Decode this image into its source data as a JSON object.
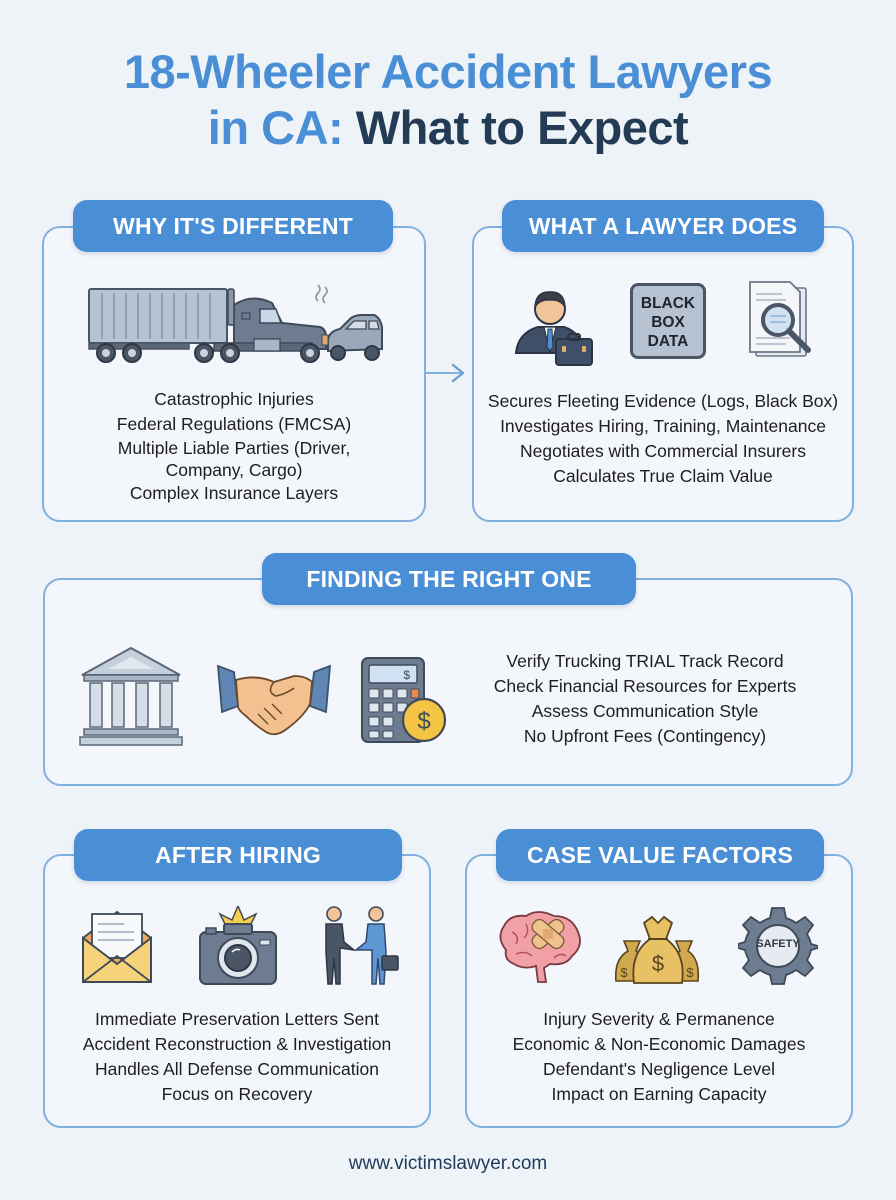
{
  "title": {
    "line1": "18-Wheeler Accident Lawyers",
    "line2_blue": "in CA:",
    "line2_dark": "What to Expect"
  },
  "colors": {
    "accent_blue": "#4a8fd6",
    "title_dark": "#243b55",
    "panel_border": "#7fb0e0",
    "background": "#eef3f8"
  },
  "sections": {
    "why_different": {
      "heading": "WHY IT'S DIFFERENT",
      "icon": "truck-car-collision-icon",
      "items": [
        "Catastrophic Injuries",
        "Federal Regulations (FMCSA)",
        "Multiple Liable Parties (Driver,",
        "Company, Cargo)",
        "Complex Insurance Layers"
      ]
    },
    "lawyer_does": {
      "heading": "WHAT A LAWYER DOES",
      "icons": [
        "lawyer-briefcase-icon",
        "black-box-data-icon",
        "document-magnifier-icon"
      ],
      "black_box_label": [
        "BLACK",
        "BOX",
        "DATA"
      ],
      "items": [
        "Secures Fleeting Evidence (Logs, Black Box)",
        "Investigates Hiring, Training, Maintenance",
        "Negotiates with Commercial Insurers",
        "Calculates True Claim Value"
      ]
    },
    "finding": {
      "heading": "FINDING THE RIGHT ONE",
      "icons": [
        "courthouse-icon",
        "handshake-icon",
        "calculator-dollar-icon"
      ],
      "items": [
        "Verify Trucking TRIAL Track Record",
        "Check Financial Resources for Experts",
        "Assess Communication Style",
        "No Upfront Fees (Contingency)"
      ]
    },
    "after_hiring": {
      "heading": "AFTER HIRING",
      "icons": [
        "envelope-letter-icon",
        "camera-flash-icon",
        "people-handshake-icon"
      ],
      "items": [
        "Immediate Preservation Letters Sent",
        "Accident Reconstruction & Investigation",
        "Handles All Defense Communication",
        "Focus on Recovery"
      ]
    },
    "case_value": {
      "heading": "CASE VALUE FACTORS",
      "icons": [
        "brain-bandage-icon",
        "money-bags-icon",
        "safety-gear-icon"
      ],
      "safety_label": "SAFETY",
      "items": [
        "Injury Severity & Permanence",
        "Economic & Non-Economic Damages",
        "Defendant's Negligence Level",
        "Impact on Earning Capacity"
      ]
    }
  },
  "footer": {
    "url": "www.victimslawyer.com"
  }
}
